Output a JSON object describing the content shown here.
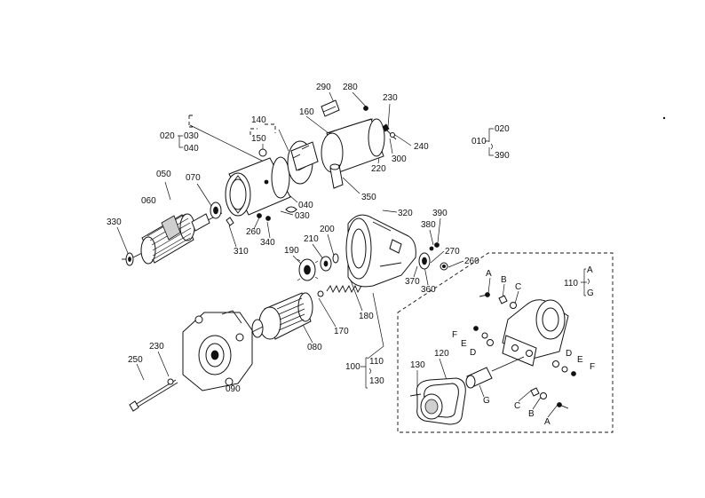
{
  "labels": {
    "l020": "020",
    "l030a": "030",
    "l040a": "040",
    "l140": "140",
    "l150": "150",
    "l160": "160",
    "l290": "290",
    "l280": "280",
    "l230a": "230",
    "l240": "240",
    "l300": "300",
    "l220": "220",
    "l350": "350",
    "l010": "010",
    "l020b": "020",
    "l390b": "390",
    "l050": "050",
    "l060": "060",
    "l070": "070",
    "l330": "330",
    "l040b": "040",
    "l030b": "030",
    "l260a": "260",
    "l340": "340",
    "l310": "310",
    "l320": "320",
    "l390a": "390",
    "l380": "380",
    "l270": "270",
    "l260b": "260",
    "l200": "200",
    "l210": "210",
    "l190": "190",
    "l370": "370",
    "l360": "360",
    "l110a": "110",
    "lA_top": "A",
    "lG_top": "G",
    "lA1": "A",
    "lB1": "B",
    "lC1": "C",
    "lF1": "F",
    "lE1": "E",
    "lD1": "D",
    "lD2": "D",
    "lE2": "E",
    "lF2": "F",
    "l180": "180",
    "l170": "170",
    "l080": "080",
    "l100": "100",
    "l110b": "110",
    "l130b": "130",
    "l250": "250",
    "l230b": "230",
    "l090": "090",
    "l130a": "130",
    "l120": "120",
    "lG2": "G",
    "lC2": "C",
    "lB2": "B",
    "lA2": "A"
  }
}
